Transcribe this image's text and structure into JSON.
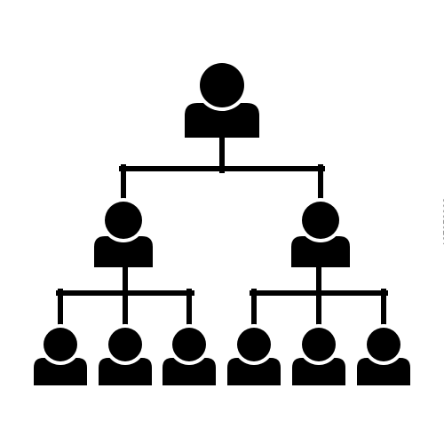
{
  "diagram": {
    "type": "org-chart-icon",
    "colors": {
      "ink": "#000000",
      "background": "#ffffff"
    },
    "levels": [
      {
        "level": 1,
        "people": 1
      },
      {
        "level": 2,
        "people": 2
      },
      {
        "level": 3,
        "people": 6
      }
    ],
    "nodes": [
      {
        "id": "top",
        "icon": "person-icon"
      },
      {
        "id": "mid-left",
        "icon": "person-icon",
        "parent": "top"
      },
      {
        "id": "mid-right",
        "icon": "person-icon",
        "parent": "top"
      },
      {
        "id": "bottom-1",
        "icon": "person-icon",
        "parent": "mid-left"
      },
      {
        "id": "bottom-2",
        "icon": "person-icon",
        "parent": "mid-left"
      },
      {
        "id": "bottom-3",
        "icon": "person-icon",
        "parent": "mid-left"
      },
      {
        "id": "bottom-4",
        "icon": "person-icon",
        "parent": "mid-right"
      },
      {
        "id": "bottom-5",
        "icon": "person-icon",
        "parent": "mid-right"
      },
      {
        "id": "bottom-6",
        "icon": "person-icon",
        "parent": "mid-right"
      }
    ]
  },
  "stock_id": "197952908"
}
